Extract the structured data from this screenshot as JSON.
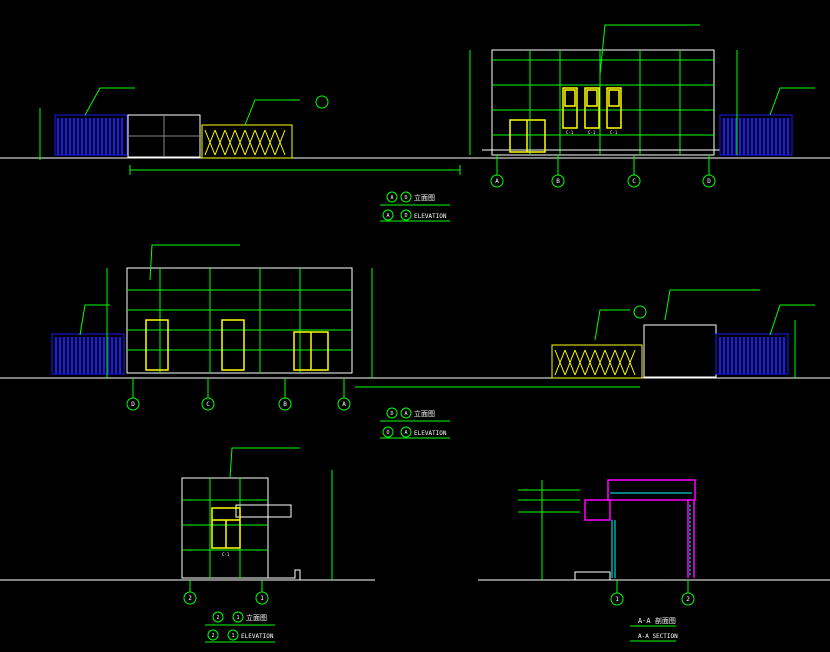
{
  "colors": {
    "background": "#000000",
    "line_white": "#ffffff",
    "line_green": "#00ff00",
    "line_yellow": "#ffff00",
    "line_blue": "#1a1aff",
    "line_magenta": "#ff00ff",
    "line_cyan": "#00ffff"
  },
  "elevations": {
    "top": {
      "title_axes": [
        "A",
        "D"
      ],
      "title_cn": "立面图",
      "title_en": "ELEVATION",
      "grid_labels": [
        "A",
        "B",
        "C",
        "D"
      ],
      "window_tags": [
        "C-1",
        "C-1",
        "C-1"
      ]
    },
    "middle": {
      "title_axes": [
        "D",
        "A"
      ],
      "title_cn": "立面图",
      "title_en": "ELEVATION",
      "grid_labels": [
        "D",
        "C",
        "B",
        "A"
      ]
    },
    "bottom": {
      "title_axes": [
        "2",
        "1"
      ],
      "title_cn": "立面图",
      "title_en": "ELEVATION",
      "grid_labels": [
        "2",
        "1"
      ],
      "window_tag": "C-1"
    },
    "section": {
      "title_cn": "A-A 剖面图",
      "title_en": "A-A SECTION",
      "grid_labels": [
        "1",
        "2"
      ]
    }
  }
}
